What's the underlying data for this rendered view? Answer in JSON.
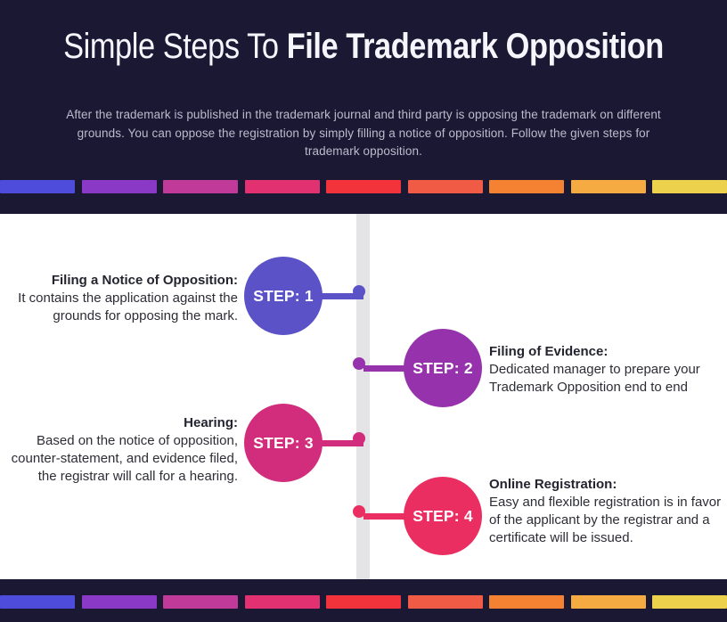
{
  "header": {
    "title_light": "Simple Steps To ",
    "title_bold": "File Trademark Opposition",
    "subtitle": "After the trademark is published in the trademark journal and third party is opposing the trademark on different grounds. You can oppose the registration by simply filling a notice of opposition. Follow the given steps for trademark opposition."
  },
  "divider_colors": [
    "#4d4cdb",
    "#8a38c6",
    "#c03a9a",
    "#e23170",
    "#f2333c",
    "#f05b45",
    "#f58233",
    "#f5ab42",
    "#ecd24c"
  ],
  "steps": [
    {
      "badge": "STEP: 1",
      "color": "#5b52c8",
      "title": "Filing a Notice of Opposition:",
      "description": "It contains the application against the grounds for opposing the mark."
    },
    {
      "badge": "STEP: 2",
      "color": "#9632ac",
      "title": "Filing of Evidence:",
      "description": "Dedicated manager to prepare your Trademark Opposition end to end"
    },
    {
      "badge": "STEP: 3",
      "color": "#d12d7c",
      "title": "Hearing:",
      "description": "Based on the notice of opposition, counter-statement, and evidence filed, the registrar will call for a hearing."
    },
    {
      "badge": "STEP: 4",
      "color": "#ea2e62",
      "title": "Online Registration:",
      "description": "Easy and flexible registration is in favor of the applicant by the registrar and a certificate will be issued."
    }
  ],
  "colors": {
    "background_dark": "#1b1834",
    "content_background": "#ffffff",
    "timeline": "#e4e4e7",
    "title_text": "#f7f5fc",
    "subtitle_text": "#bcbacb",
    "body_text": "#2d2d35"
  }
}
